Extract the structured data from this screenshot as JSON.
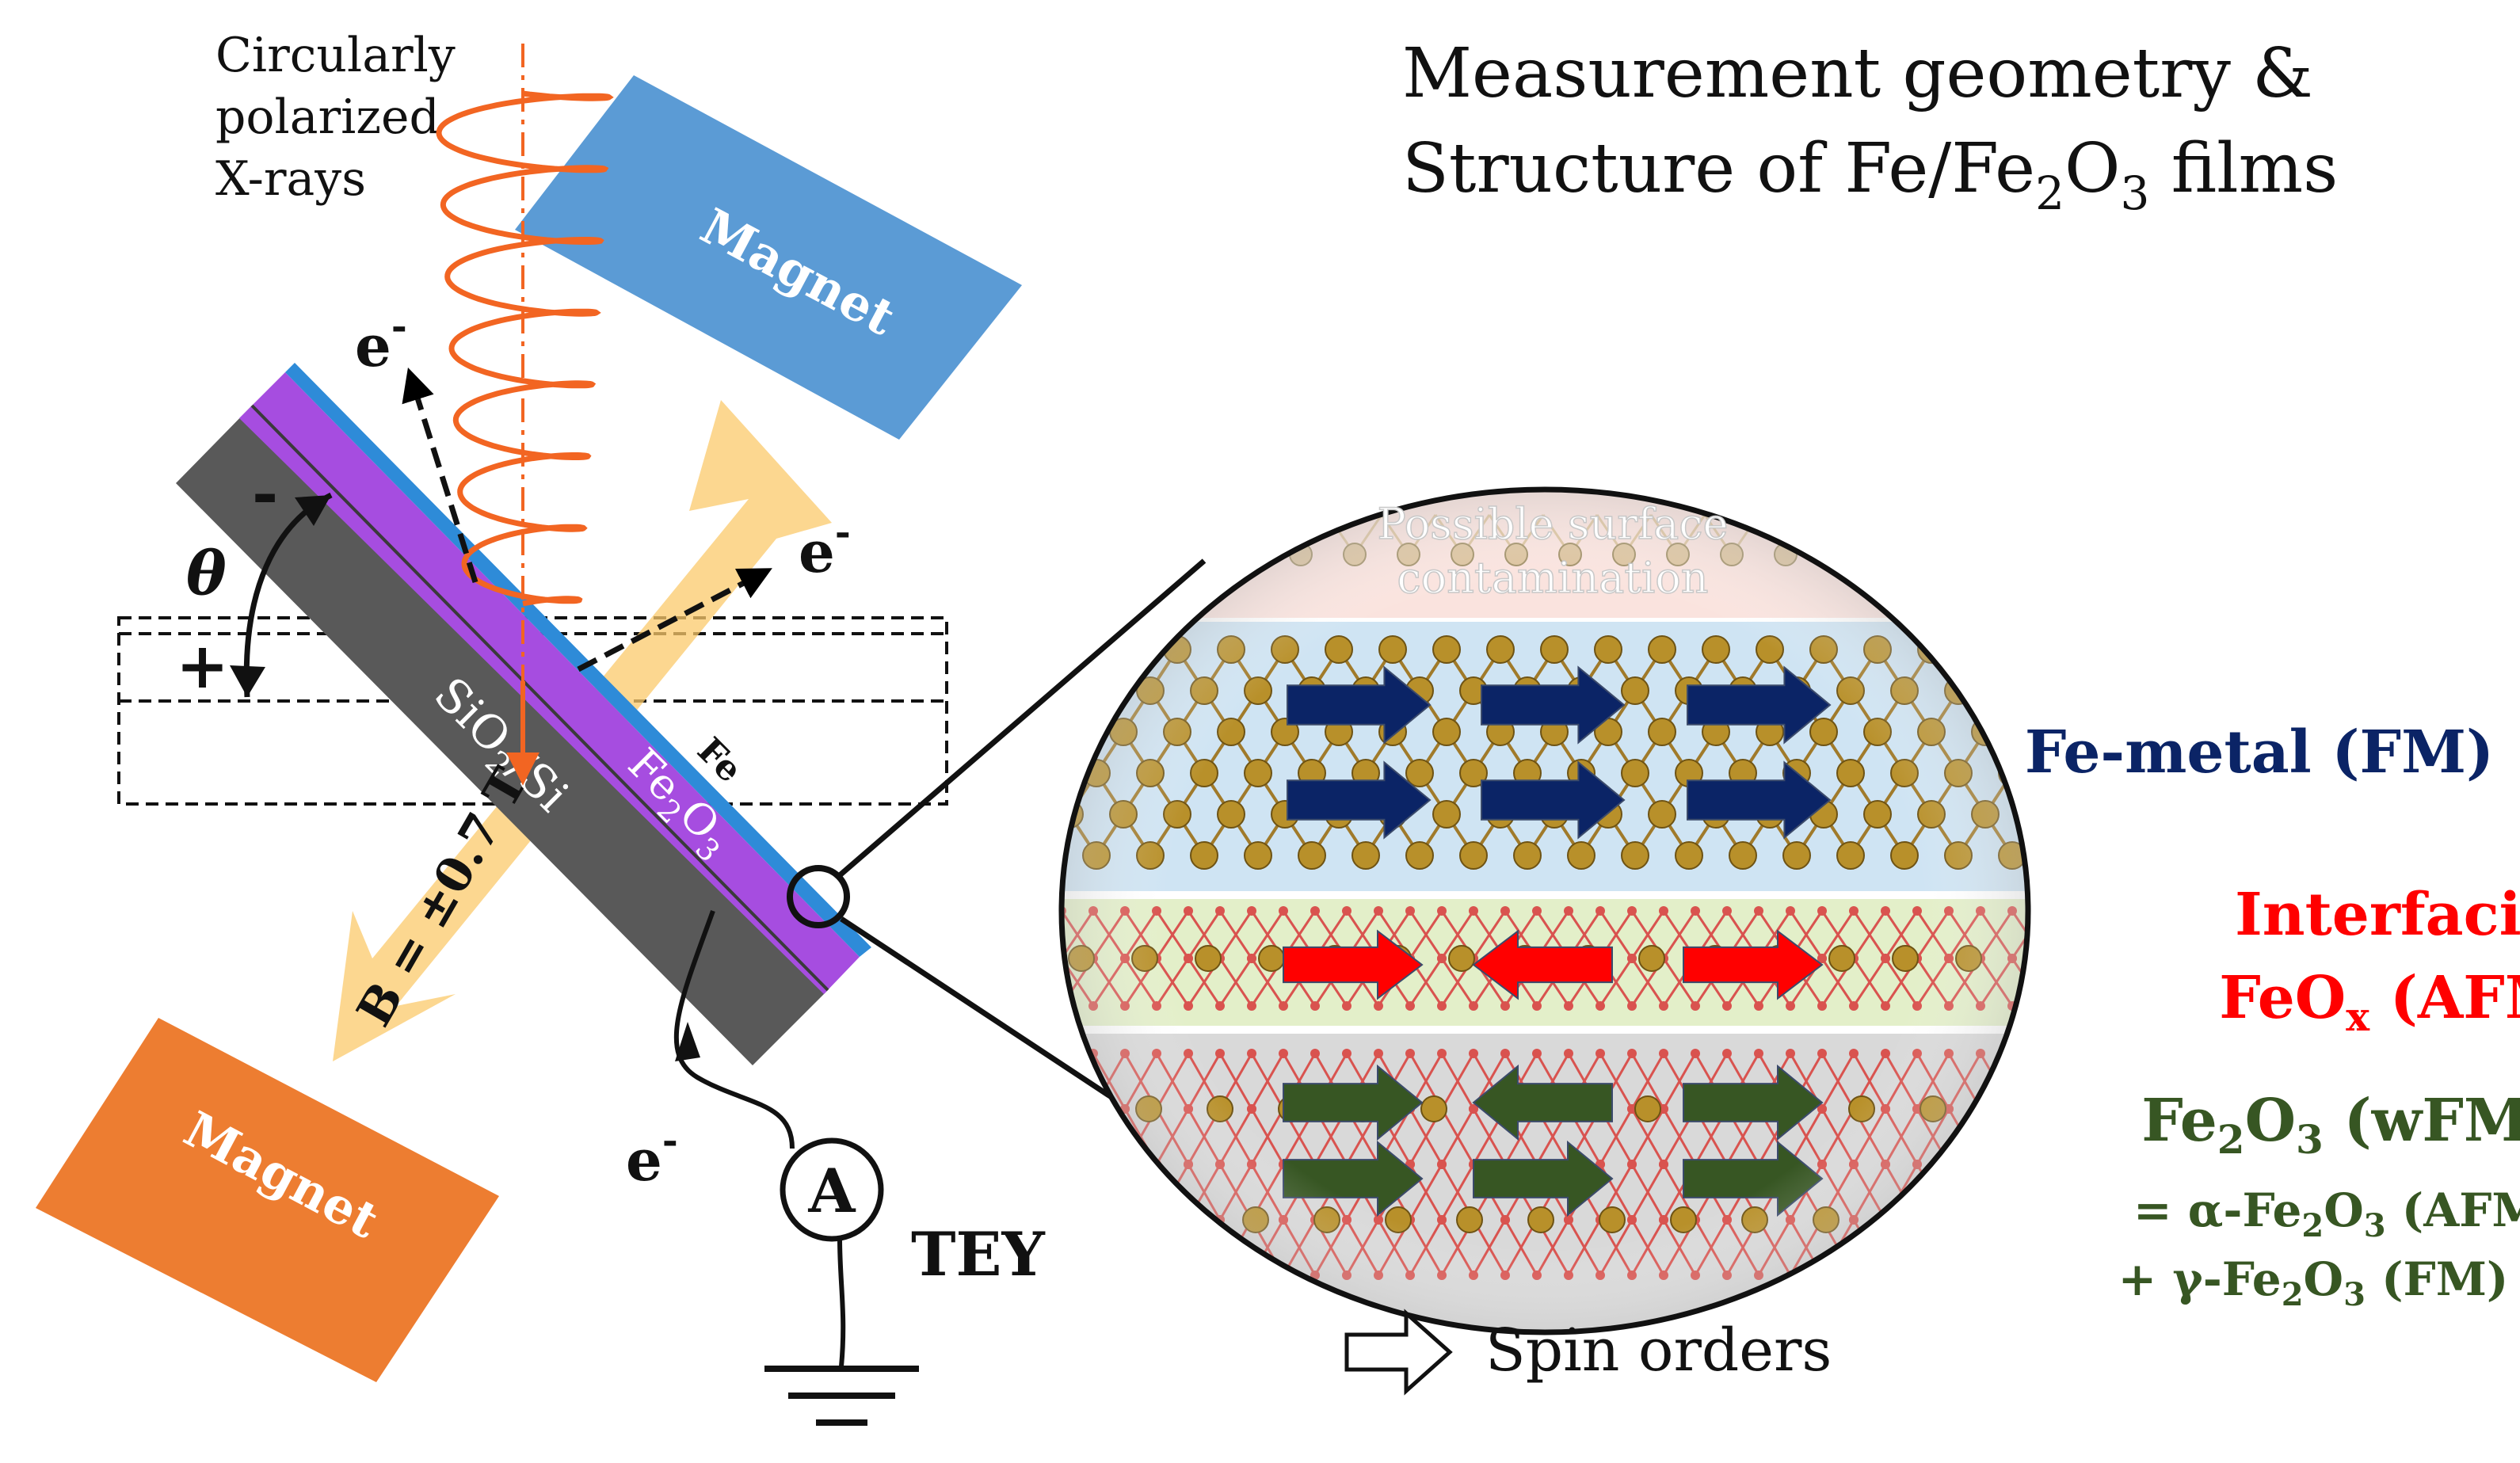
{
  "title": {
    "line1": "Measurement geometry &",
    "line2_prefix": "Structure of Fe/Fe",
    "line2_sub1": "2",
    "line2_mid": "O",
    "line2_sub2": "3",
    "line2_suffix": " films"
  },
  "labels": {
    "xray_line1": "Circularly",
    "xray_line2": "polarized",
    "xray_line3": "X-rays",
    "magnet_top": "Magnet",
    "magnet_bottom": "Magnet",
    "electron": "e",
    "electron_sup": "-",
    "theta": "θ",
    "minus": "-",
    "plus": "+",
    "substrate_a": "SiO",
    "substrate_sub": "2",
    "substrate_b": "/Si",
    "fe_label": "Fe",
    "fe2o3_a": "Fe",
    "fe2o3_sub1": "2",
    "fe2o3_b": "O",
    "fe2o3_sub2": "3",
    "field": "B = ±0.7 T",
    "ammeter": "A",
    "tey": "TEY",
    "contamination_1": "Possible surface",
    "contamination_2": "contamination",
    "spin_orders": "Spin orders"
  },
  "legend": {
    "fe_metal": "Fe-metal (FM)",
    "interfacial_1": "Interfacial",
    "interfacial_2a": "FeO",
    "interfacial_2sub": "x",
    "interfacial_2b": " (AFM)",
    "wfm_a": "Fe",
    "wfm_sub1": "2",
    "wfm_b": "O",
    "wfm_sub2": "3",
    "wfm_c": " (wFM)",
    "alpha_a": "= α-Fe",
    "alpha_sub1": "2",
    "alpha_b": "O",
    "alpha_sub2": "3",
    "alpha_c": " (AFM)",
    "gamma_a": "+ γ-Fe",
    "gamma_sub1": "2",
    "gamma_b": "O",
    "gamma_sub2": "3",
    "gamma_c": " (FM)"
  },
  "colors": {
    "magnet_top": "#5b9bd5",
    "magnet_bottom": "#ed7d31",
    "substrate": "#595959",
    "fe2o3_layer": "#a64de0",
    "fe_layer": "#2e8bd8",
    "beam": "#fbc96b",
    "xray": "#f26522",
    "fm_arrow": "#0b2466",
    "afm_arrow": "#ff0000",
    "wfm_arrow": "#375623",
    "fe_atom": "#b8902a",
    "o_atom": "#d9534f",
    "fe_metal_text": "#0b2466",
    "interfacial_text": "#ff0000",
    "wfm_text": "#375623"
  }
}
